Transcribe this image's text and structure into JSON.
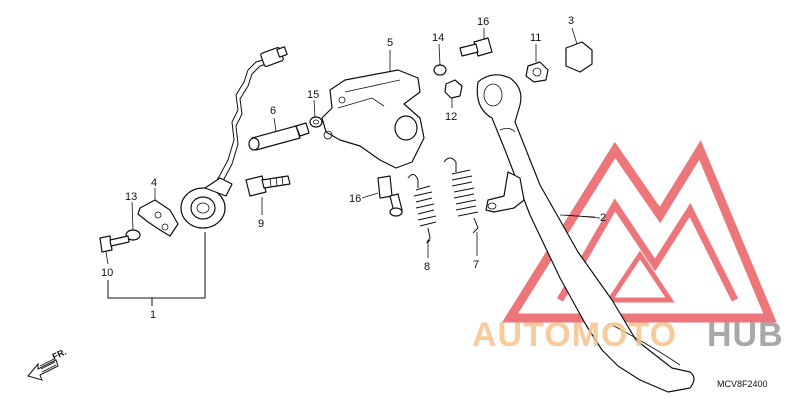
{
  "diagram": {
    "part_numbers": {
      "p1": "1",
      "p2": "2",
      "p3": "3",
      "p4": "4",
      "p5": "5",
      "p6": "6",
      "p7": "7",
      "p8": "8",
      "p9": "9",
      "p10": "10",
      "p11": "11",
      "p12": "12",
      "p13": "13",
      "p14": "14",
      "p15": "15",
      "p16a": "16",
      "p16b": "16"
    },
    "direction_label": "FR.",
    "diagram_code": "MCV8F2400"
  },
  "watermark": {
    "text_part1": "AUTOMOTO",
    "text_part2": "HUB",
    "colors": {
      "triangle": "#e8494f",
      "auto": "#f6c38a",
      "hub": "#9a9a9a"
    }
  }
}
